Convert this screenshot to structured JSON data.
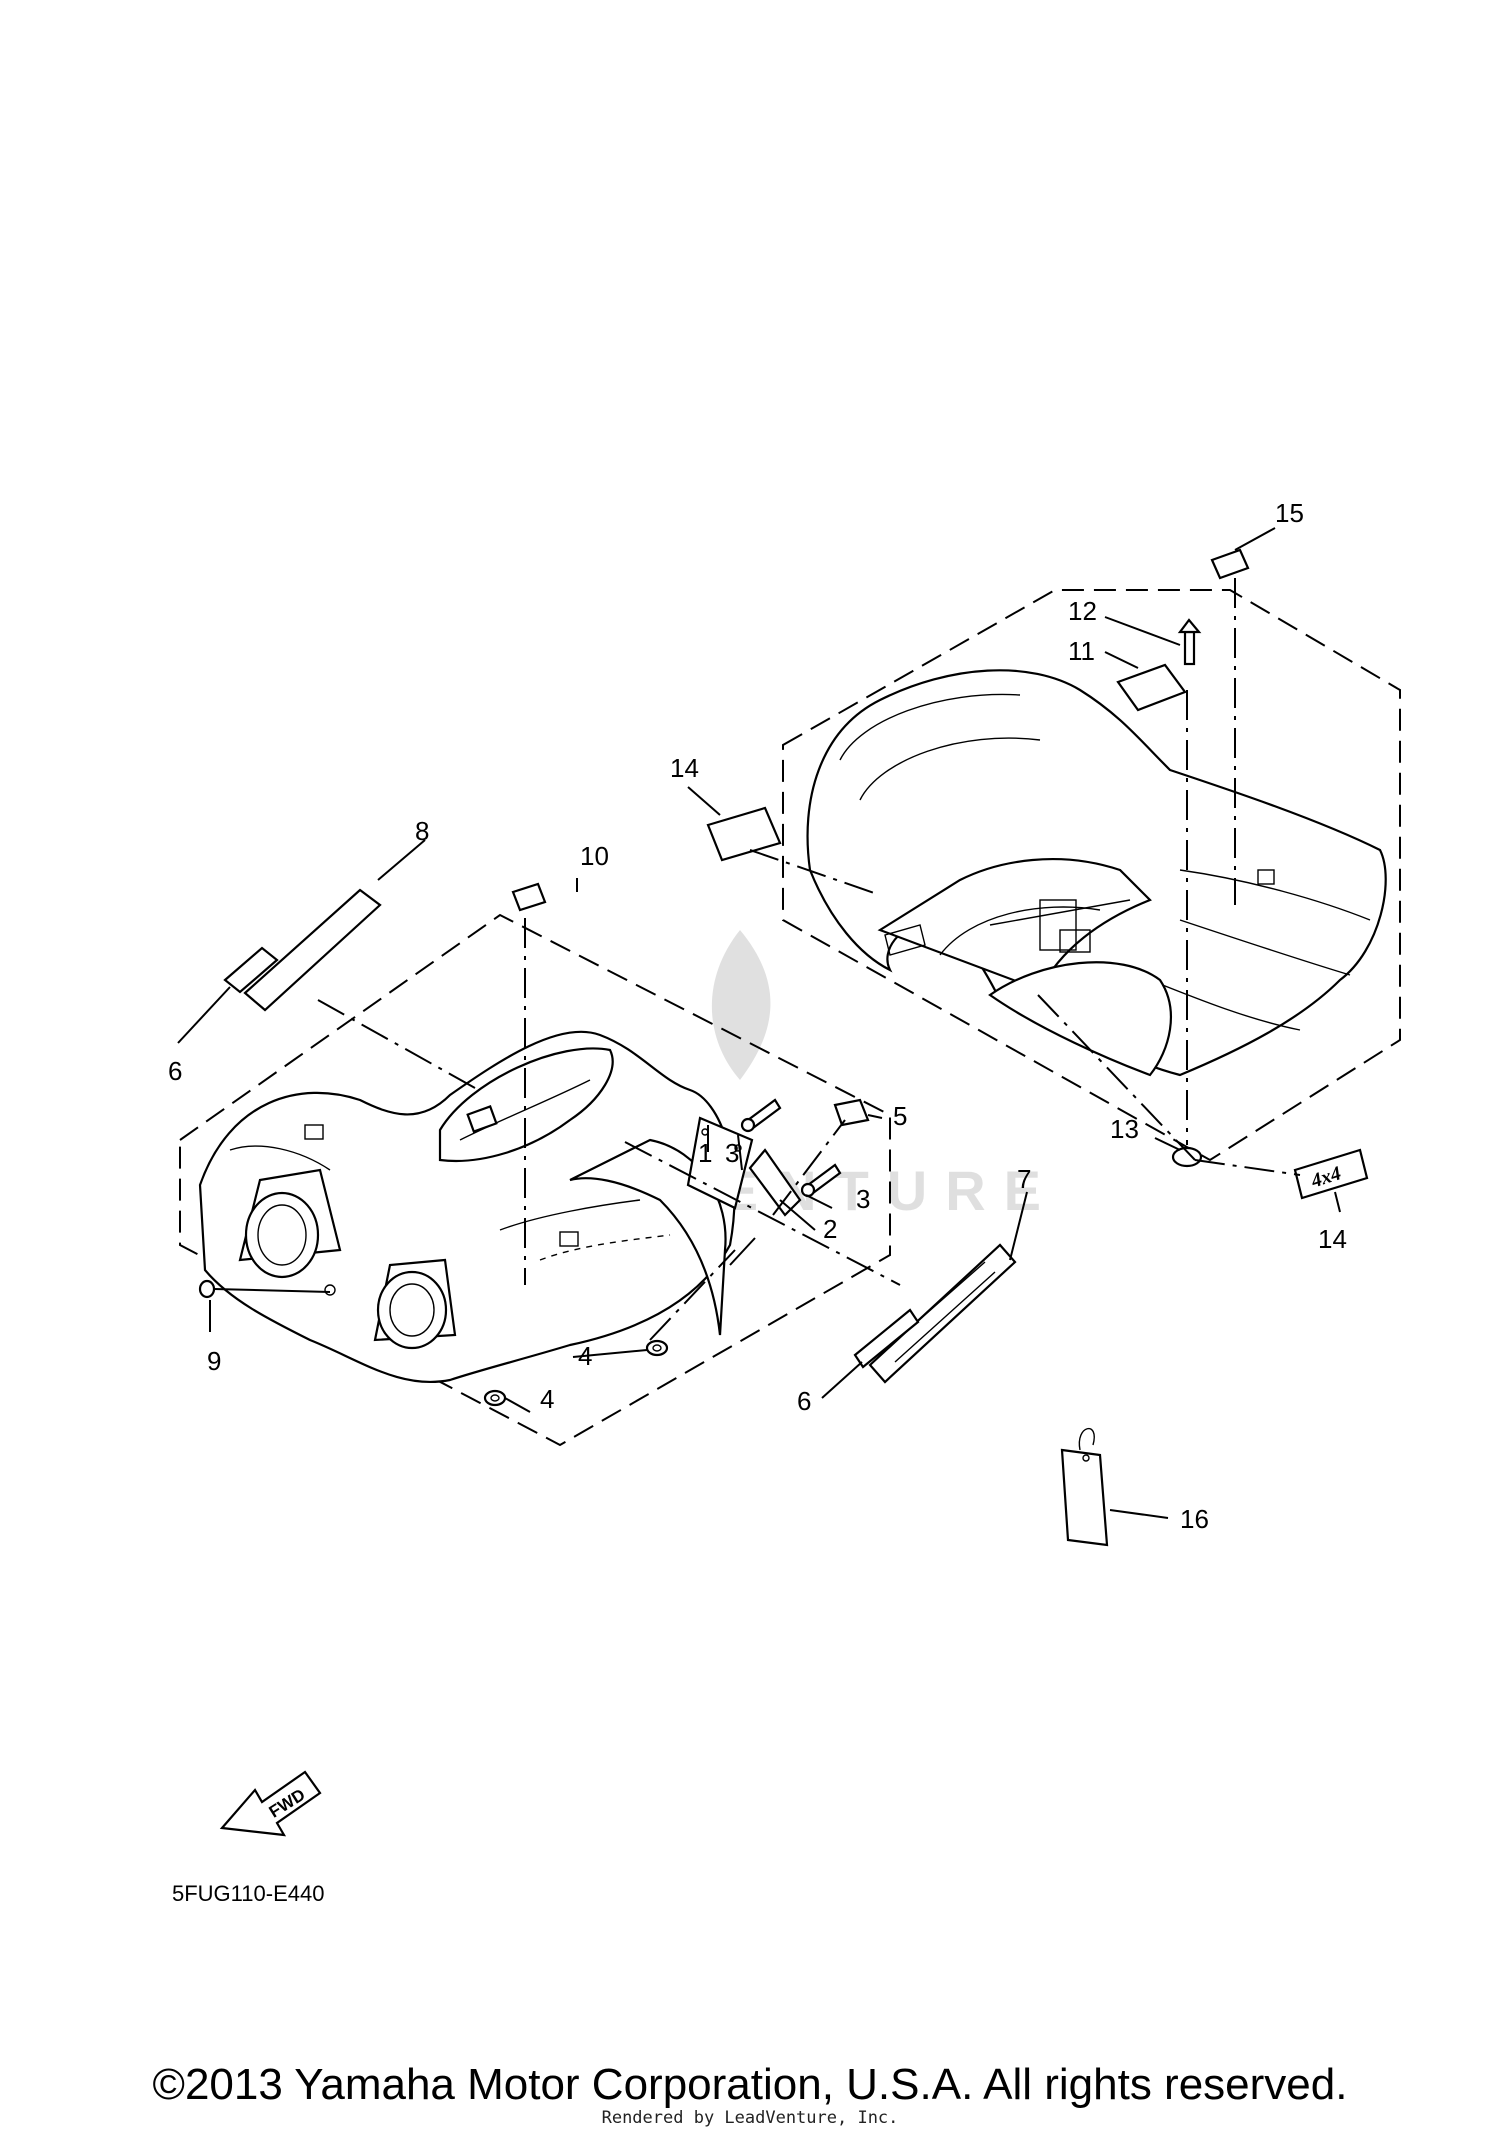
{
  "callouts": {
    "c1": "1",
    "c2": "2",
    "c3a": "3",
    "c3b": "3",
    "c4a": "4",
    "c4b": "4",
    "c5": "5",
    "c6a": "6",
    "c6b": "6",
    "c7": "7",
    "c8": "8",
    "c9": "9",
    "c10": "10",
    "c11": "11",
    "c12": "12",
    "c13": "13",
    "c14a": "14",
    "c14b": "14",
    "c15": "15",
    "c16": "16"
  },
  "fwd_label": "FWD",
  "emblem_4x4": "4x4",
  "diagram_code": "5FUG110-E440",
  "copyright": "©2013 Yamaha Motor Corporation, U.S.A. All rights reserved.",
  "rendered_by": "Rendered by LeadVenture, Inc.",
  "watermark": "LEADVENTURE"
}
